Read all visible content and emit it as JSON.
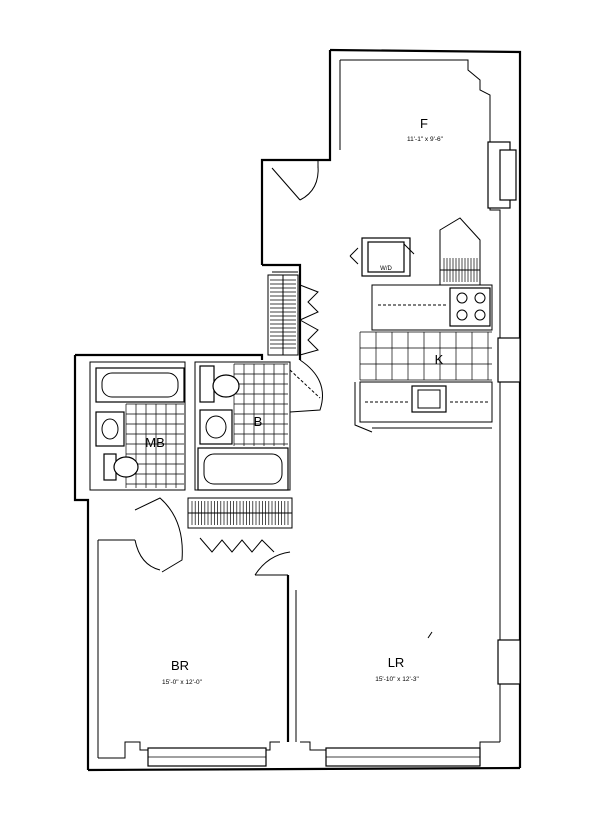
{
  "rooms": {
    "foyer": {
      "label": "F",
      "dims": "11'-1\" x 9'-6\""
    },
    "kitchen": {
      "label": "K"
    },
    "master_bath": {
      "label": "MB"
    },
    "bath": {
      "label": "B"
    },
    "bedroom": {
      "label": "BR",
      "dims": "15'-0\" x 12'-0\""
    },
    "living_room": {
      "label": "LR",
      "dims": "15'-10\" x 12'-3\""
    }
  },
  "appliances": {
    "washer_dryer": "W/D"
  }
}
